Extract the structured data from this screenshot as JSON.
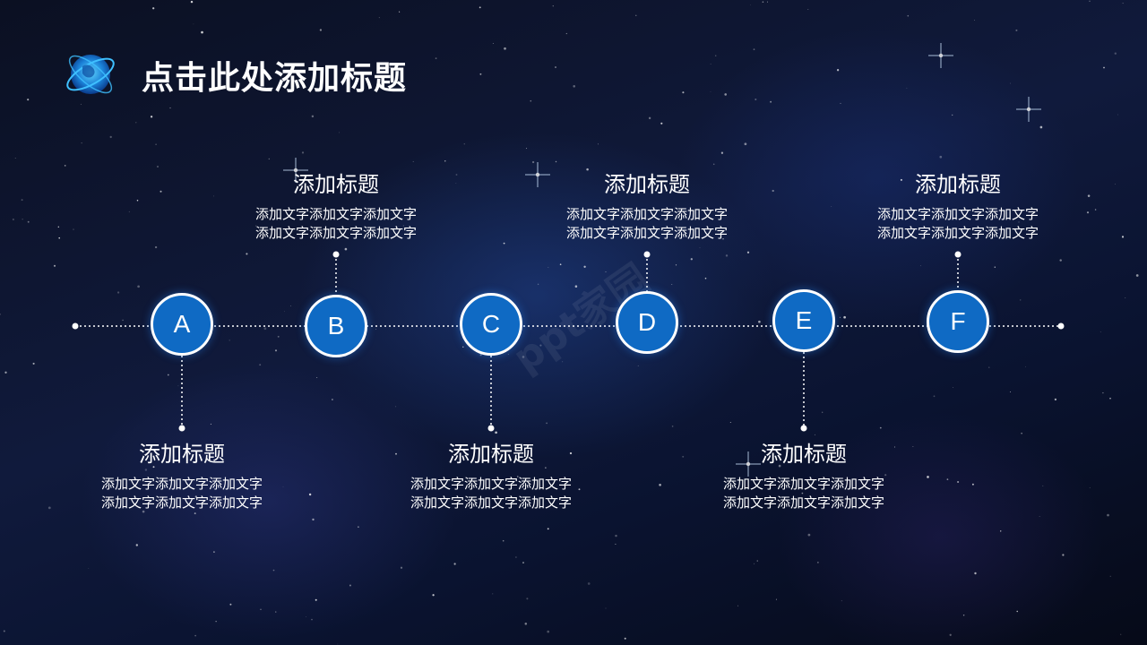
{
  "slide": {
    "title": "点击此处添加标题",
    "watermark": "ppt家园"
  },
  "milestones": [
    {
      "letter": "A",
      "title": "添加标题",
      "desc_line1": "添加文字添加文字添加文字",
      "desc_line2": "添加文字添加文字添加文字",
      "position": "below"
    },
    {
      "letter": "B",
      "title": "添加标题",
      "desc_line1": "添加文字添加文字添加文字",
      "desc_line2": "添加文字添加文字添加文字",
      "position": "above"
    },
    {
      "letter": "C",
      "title": "添加标题",
      "desc_line1": "添加文字添加文字添加文字",
      "desc_line2": "添加文字添加文字添加文字",
      "position": "below"
    },
    {
      "letter": "D",
      "title": "添加标题",
      "desc_line1": "添加文字添加文字添加文字",
      "desc_line2": "添加文字添加文字添加文字",
      "position": "above"
    },
    {
      "letter": "E",
      "title": "添加标题",
      "desc_line1": "添加文字添加文字添加文字",
      "desc_line2": "添加文字添加文字添加文字",
      "position": "below"
    },
    {
      "letter": "F",
      "title": "添加标题",
      "desc_line1": "添加文字添加文字添加文字",
      "desc_line2": "添加文字添加文字添加文字",
      "position": "above"
    }
  ],
  "colors": {
    "node_fill": "#0f6ac4",
    "node_border": "#ffffff",
    "line": "#ffffff",
    "background": "#0b1330"
  },
  "icons": {
    "logo": "globe-orbit-icon"
  }
}
